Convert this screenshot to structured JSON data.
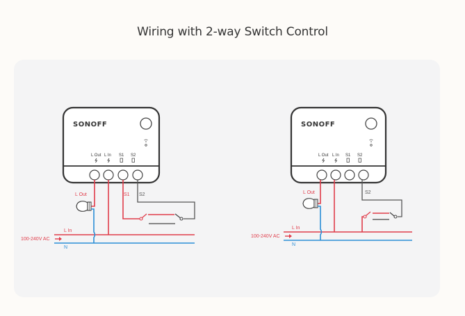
{
  "title": "Wiring with 2-way Switch Control",
  "colors": {
    "live": "#e03c4a",
    "neutral": "#2a8ed6",
    "switch_wire": "#555555",
    "background": "#fdfbf8",
    "panel": "#f4f4f5"
  },
  "diagrams": [
    {
      "brand": "SONOFF",
      "terminals": [
        "L Out",
        "L In",
        "S1",
        "S2"
      ],
      "labels": {
        "l_out": "L Out",
        "l_in": "L In",
        "s1": "S1",
        "s2": "S2",
        "supply": "100-240V AC",
        "neutral": "N"
      }
    },
    {
      "brand": "SONOFF",
      "terminals": [
        "L Out",
        "L In",
        "S1",
        "S2"
      ],
      "labels": {
        "l_out": "L Out",
        "l_in": "L In",
        "s2": "S2",
        "supply": "100-240V AC",
        "neutral": "N"
      }
    }
  ]
}
